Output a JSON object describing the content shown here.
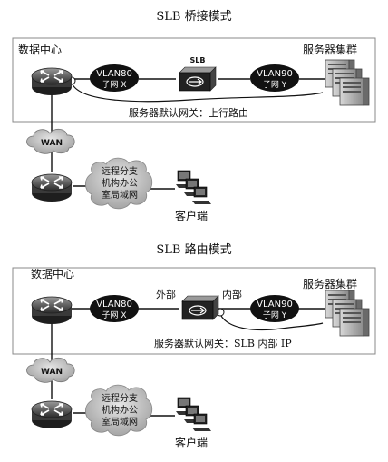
{
  "top": {
    "title": "SLB 桥接模式",
    "datacenter_label": "数据中心",
    "vlan80_line1": "VLAN80",
    "vlan80_line2": "子网 X",
    "slb_label": "SLB",
    "vlan90_line1": "VLAN90",
    "vlan90_line2": "子网 Y",
    "server_cluster_label": "服务器集群",
    "gateway_note": "服务器默认网关：上行路由",
    "wan_label": "WAN",
    "branch_line1": "远程分支",
    "branch_line2": "机构办公",
    "branch_line3": "室局域网",
    "client_label": "客户端"
  },
  "bottom": {
    "title": "SLB 路由模式",
    "datacenter_label": "数据中心",
    "vlan80_line1": "VLAN80",
    "vlan80_line2": "子网 X",
    "outside_label": "外部",
    "inside_label": "内部",
    "vlan90_line1": "VLAN90",
    "vlan90_line2": "子网 Y",
    "server_cluster_label": "服务器集群",
    "gateway_note": "服务器默认网关：SLB 内部 IP",
    "wan_label": "WAN",
    "branch_line1": "远程分支",
    "branch_line2": "机构办公",
    "branch_line3": "室局域网",
    "client_label": "客户端"
  }
}
